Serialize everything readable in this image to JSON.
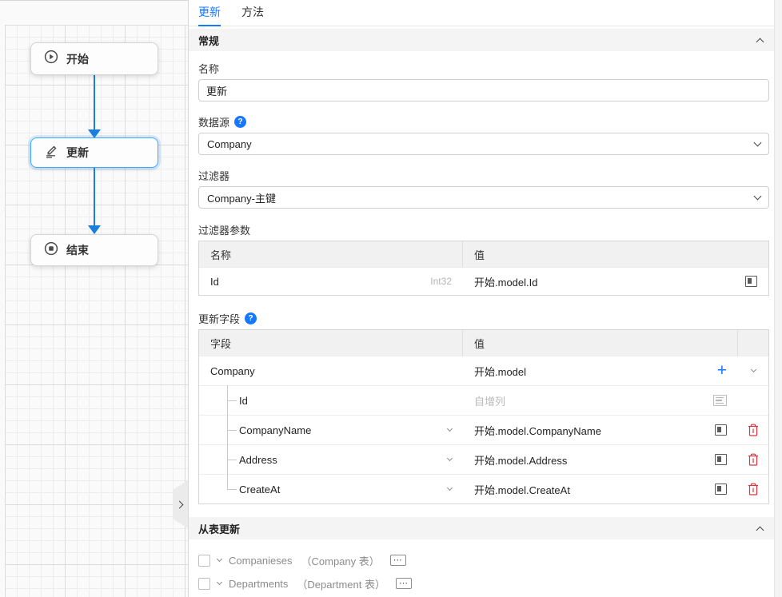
{
  "accent_color": "#1677ff",
  "arrow_color": "#1a7fdb",
  "selected_node_border": "#40a9ff",
  "trash_color": "#d9363e",
  "canvas": {
    "nodes": [
      {
        "label": "开始",
        "icon": "play-circle-icon"
      },
      {
        "label": "更新",
        "icon": "edit-icon",
        "selected": true
      },
      {
        "label": "结束",
        "icon": "stop-circle-icon"
      }
    ]
  },
  "panel": {
    "tabs": [
      {
        "label": "更新",
        "active": true
      },
      {
        "label": "方法",
        "active": false
      }
    ],
    "general": {
      "title": "常规",
      "name": {
        "label": "名称",
        "value": "更新"
      },
      "datasource": {
        "label": "数据源",
        "value": "Company",
        "help_glyph": "?"
      },
      "filter": {
        "label": "过滤器",
        "value": "Company-主键"
      },
      "filter_params": {
        "label": "过滤器参数",
        "columns": {
          "name": "名称",
          "value": "值"
        },
        "rows": [
          {
            "name": "Id",
            "type": "Int32",
            "value": "开始.model.Id"
          }
        ]
      },
      "update_fields": {
        "label": "更新字段",
        "help_glyph": "?",
        "columns": {
          "name": "字段",
          "value": "值"
        },
        "rows": [
          {
            "name": "Company",
            "value": "开始.model"
          },
          {
            "name": "Id",
            "value": "自增列"
          },
          {
            "name": "CompanyName",
            "value": "开始.model.CompanyName"
          },
          {
            "name": "Address",
            "value": "开始.model.Address"
          },
          {
            "name": "CreateAt",
            "value": "开始.model.CreateAt"
          }
        ]
      }
    },
    "child_tables": {
      "title": "从表更新",
      "rows": [
        {
          "name": "Companieses",
          "table": "（Company 表）"
        },
        {
          "name": "Departments",
          "table": "（Department 表）"
        }
      ],
      "ellipsis_glyph": "⋯"
    }
  }
}
